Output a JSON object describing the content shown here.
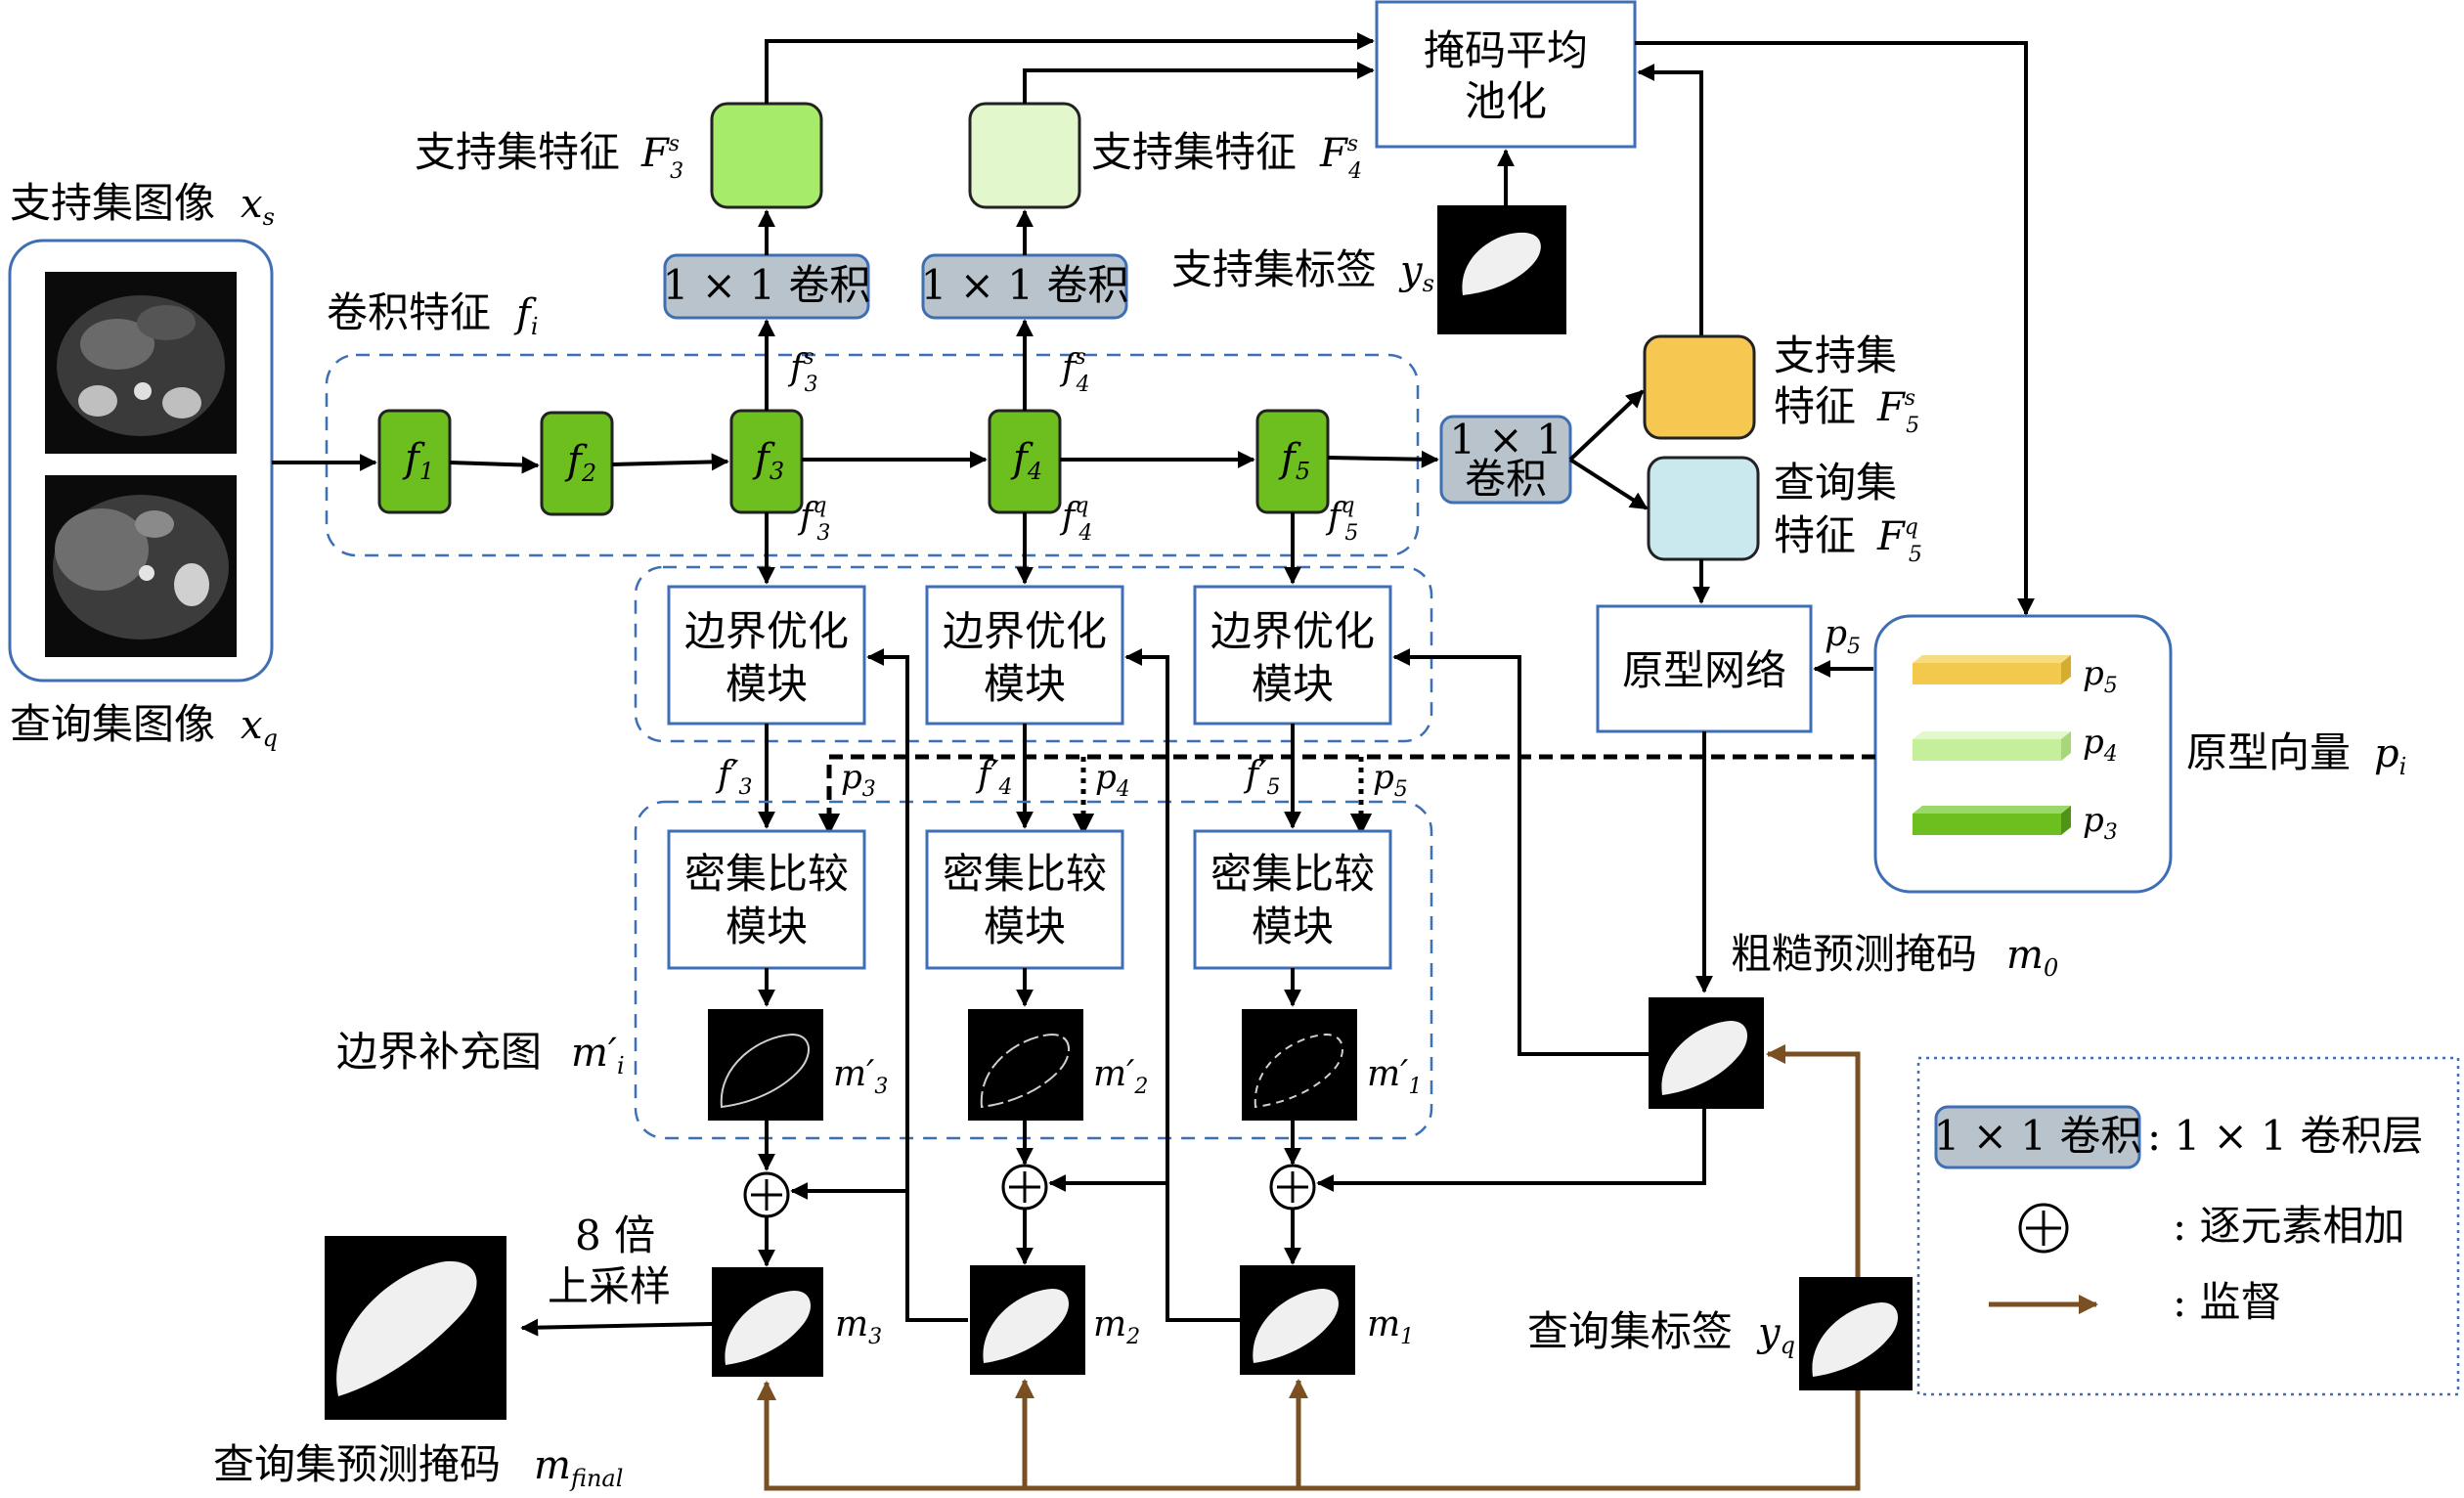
{
  "labels": {
    "support_image": "支持集图像",
    "support_image_var": "x",
    "support_image_sub": "s",
    "query_image": "查询集图像",
    "query_image_var": "x",
    "query_image_sub": "q",
    "conv_features": "卷积特征",
    "conv_features_var": "f",
    "conv_features_sub": "i",
    "support_feat_3": "支持集特征",
    "support_feat_4": "支持集特征",
    "support_label": "支持集标签",
    "support_label_var": "y",
    "support_label_sub": "s",
    "mask_avg_pool_line1": "掩码平均",
    "mask_avg_pool_line2": "池化",
    "conv1x1": "1 × 1 卷积",
    "conv1x1_line1": "1 × 1",
    "conv1x1_line2": "卷积",
    "support_feat_5_line1": "支持集",
    "support_feat_5_line2": "特征",
    "query_feat_5_line1": "查询集",
    "query_feat_5_line2": "特征",
    "prototype_network": "原型网络",
    "prototype_vector": "原型向量",
    "prototype_vector_var": "p",
    "prototype_vector_sub": "i",
    "boundary_opt_line1": "边界优化",
    "boundary_opt_line2": "模块",
    "dense_cmp_line1": "密集比较",
    "dense_cmp_line2": "模块",
    "coarse_mask": "粗糙预测掩码",
    "boundary_map": "边界补充图",
    "upsample_line1": "8 倍",
    "upsample_line2": "上采样",
    "query_pred_mask": "查询集预测掩码",
    "query_label": "查询集标签",
    "query_label_var": "y",
    "query_label_sub": "q"
  },
  "nodes": {
    "f": [
      "f1",
      "f2",
      "f3",
      "f4",
      "f5"
    ],
    "f_labels": [
      {
        "var": "f",
        "sub": "1"
      },
      {
        "var": "f",
        "sub": "2"
      },
      {
        "var": "f",
        "sub": "3"
      },
      {
        "var": "f",
        "sub": "4"
      },
      {
        "var": "f",
        "sub": "5"
      }
    ]
  },
  "math_labels": {
    "F3s": {
      "var": "F",
      "sup": "s",
      "sub": "3"
    },
    "F4s": {
      "var": "F",
      "sup": "s",
      "sub": "4"
    },
    "F5s": {
      "var": "F",
      "sup": "s",
      "sub": "5"
    },
    "F5q": {
      "var": "F",
      "sup": "q",
      "sub": "5"
    },
    "f3s": {
      "var": "f",
      "sup": "s",
      "sub": "3"
    },
    "f4s": {
      "var": "f",
      "sup": "s",
      "sub": "4"
    },
    "f3q": {
      "var": "f",
      "sup": "q",
      "sub": "3"
    },
    "f4q": {
      "var": "f",
      "sup": "q",
      "sub": "4"
    },
    "f5q": {
      "var": "f",
      "sup": "q",
      "sub": "5"
    },
    "f3p": {
      "var": "f′",
      "sub": "3"
    },
    "f4p": {
      "var": "f′",
      "sub": "4"
    },
    "f5p": {
      "var": "f′",
      "sub": "5"
    },
    "p3": {
      "var": "p",
      "sub": "3"
    },
    "p4": {
      "var": "p",
      "sub": "4"
    },
    "p5": {
      "var": "p",
      "sub": "5"
    },
    "m3p": {
      "var": "m′",
      "sub": "3"
    },
    "m2p": {
      "var": "m′",
      "sub": "2"
    },
    "m1p": {
      "var": "m′",
      "sub": "1"
    },
    "mip": {
      "var": "m′",
      "sub": "i"
    },
    "m0": {
      "var": "m",
      "sub": "0"
    },
    "m1": {
      "var": "m",
      "sub": "1"
    },
    "m2": {
      "var": "m",
      "sub": "2"
    },
    "m3": {
      "var": "m",
      "sub": "3"
    },
    "mfinal": {
      "var": "m",
      "sub": "final"
    }
  },
  "legend": {
    "conv_key": "1 × 1 卷积",
    "conv_desc": ": 1 × 1 卷积层",
    "add_desc": ": 逐元素相加",
    "supervise_desc": ": 监督"
  },
  "colors": {
    "f_node": "#6cbf1f",
    "F3s": "#a6ec6a",
    "F4s": "#e3f7cd",
    "F5s": "#f6c852",
    "F5q": "#c9e9ee",
    "p5": "#f2c94c",
    "p4": "#c6ef9b",
    "p3": "#6cbf1f",
    "conv": "#b9c3cb",
    "box_border": "#3e6fb5",
    "supervision": "#7a4f22"
  }
}
